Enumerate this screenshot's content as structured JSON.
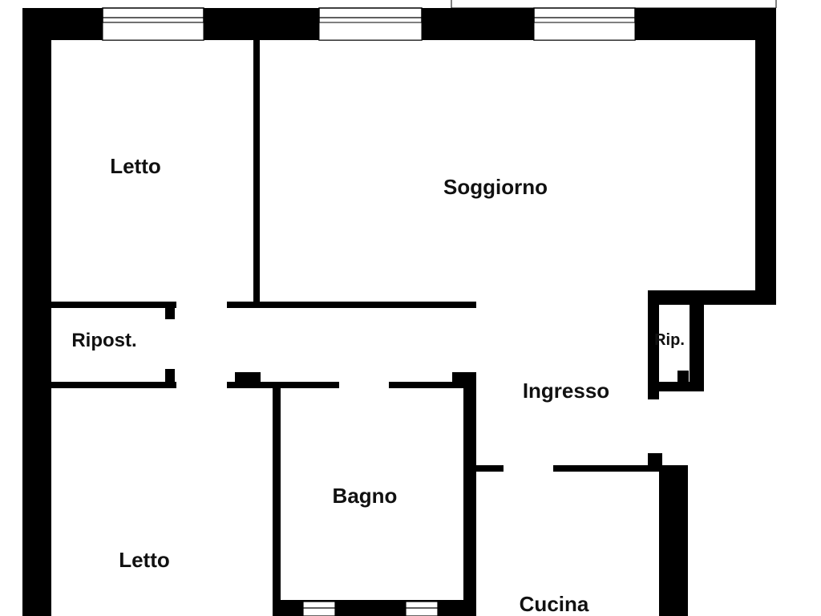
{
  "floor_plan": {
    "rooms": {
      "letto_top": "Letto",
      "soggiorno": "Soggiorno",
      "ripostiglio": "Ripost.",
      "rip_small": "Rip.",
      "ingresso": "Ingresso",
      "bagno": "Bagno",
      "letto_bottom": "Letto",
      "cucina": "Cucina"
    },
    "colors": {
      "wall": "#000000",
      "background": "#ffffff"
    }
  }
}
